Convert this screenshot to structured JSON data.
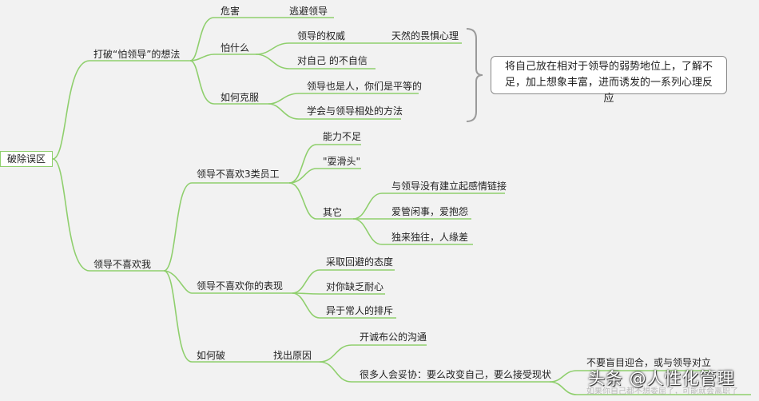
{
  "root": "破除误区",
  "branch1": {
    "label": "打破“怕领导”的想法",
    "c1": {
      "label": "危害",
      "child": "逃避领导"
    },
    "c2": {
      "label": "怕什么",
      "child1": "领导的权威",
      "child1_sub": "天然的畏惧心理",
      "child2": "对自己 的不自信"
    },
    "c3": {
      "label": "如何克服",
      "child1": "领导也是人，你们是平等的",
      "child2": "学会与领导相处的方法"
    },
    "summary": "将自己放在相对于领导的弱势地位上，了解不足，加上想象丰富，进而诱发的一系列心理反应"
  },
  "branch2": {
    "label": "领导不喜欢我",
    "c1": {
      "label": "领导不喜欢3类员工",
      "child1": "能力不足",
      "child2": "\"耍滑头\"",
      "child3": {
        "label": "其它",
        "items": [
          "与领导没有建立起感情链接",
          "爱管闲事，爱抱怨",
          "独来独往，人缘差"
        ]
      }
    },
    "c2": {
      "label": "领导不喜欢你的表现",
      "items": [
        "采取回避的态度",
        "对你缺乏耐心",
        "异于常人的排斥"
      ]
    },
    "c3": {
      "label": "如何破",
      "child": "找出原因",
      "child_items": [
        "开诚布公的沟通",
        "很多人会妥协：要么改变自己，要么接受现状"
      ],
      "sub_items": [
        "不要盲目迎合，或与领导对立"
      ]
    }
  },
  "watermark": "头条 @人性化管理",
  "watermark_sub": "如果你自己都不想委屈了，可能就会离职了"
}
